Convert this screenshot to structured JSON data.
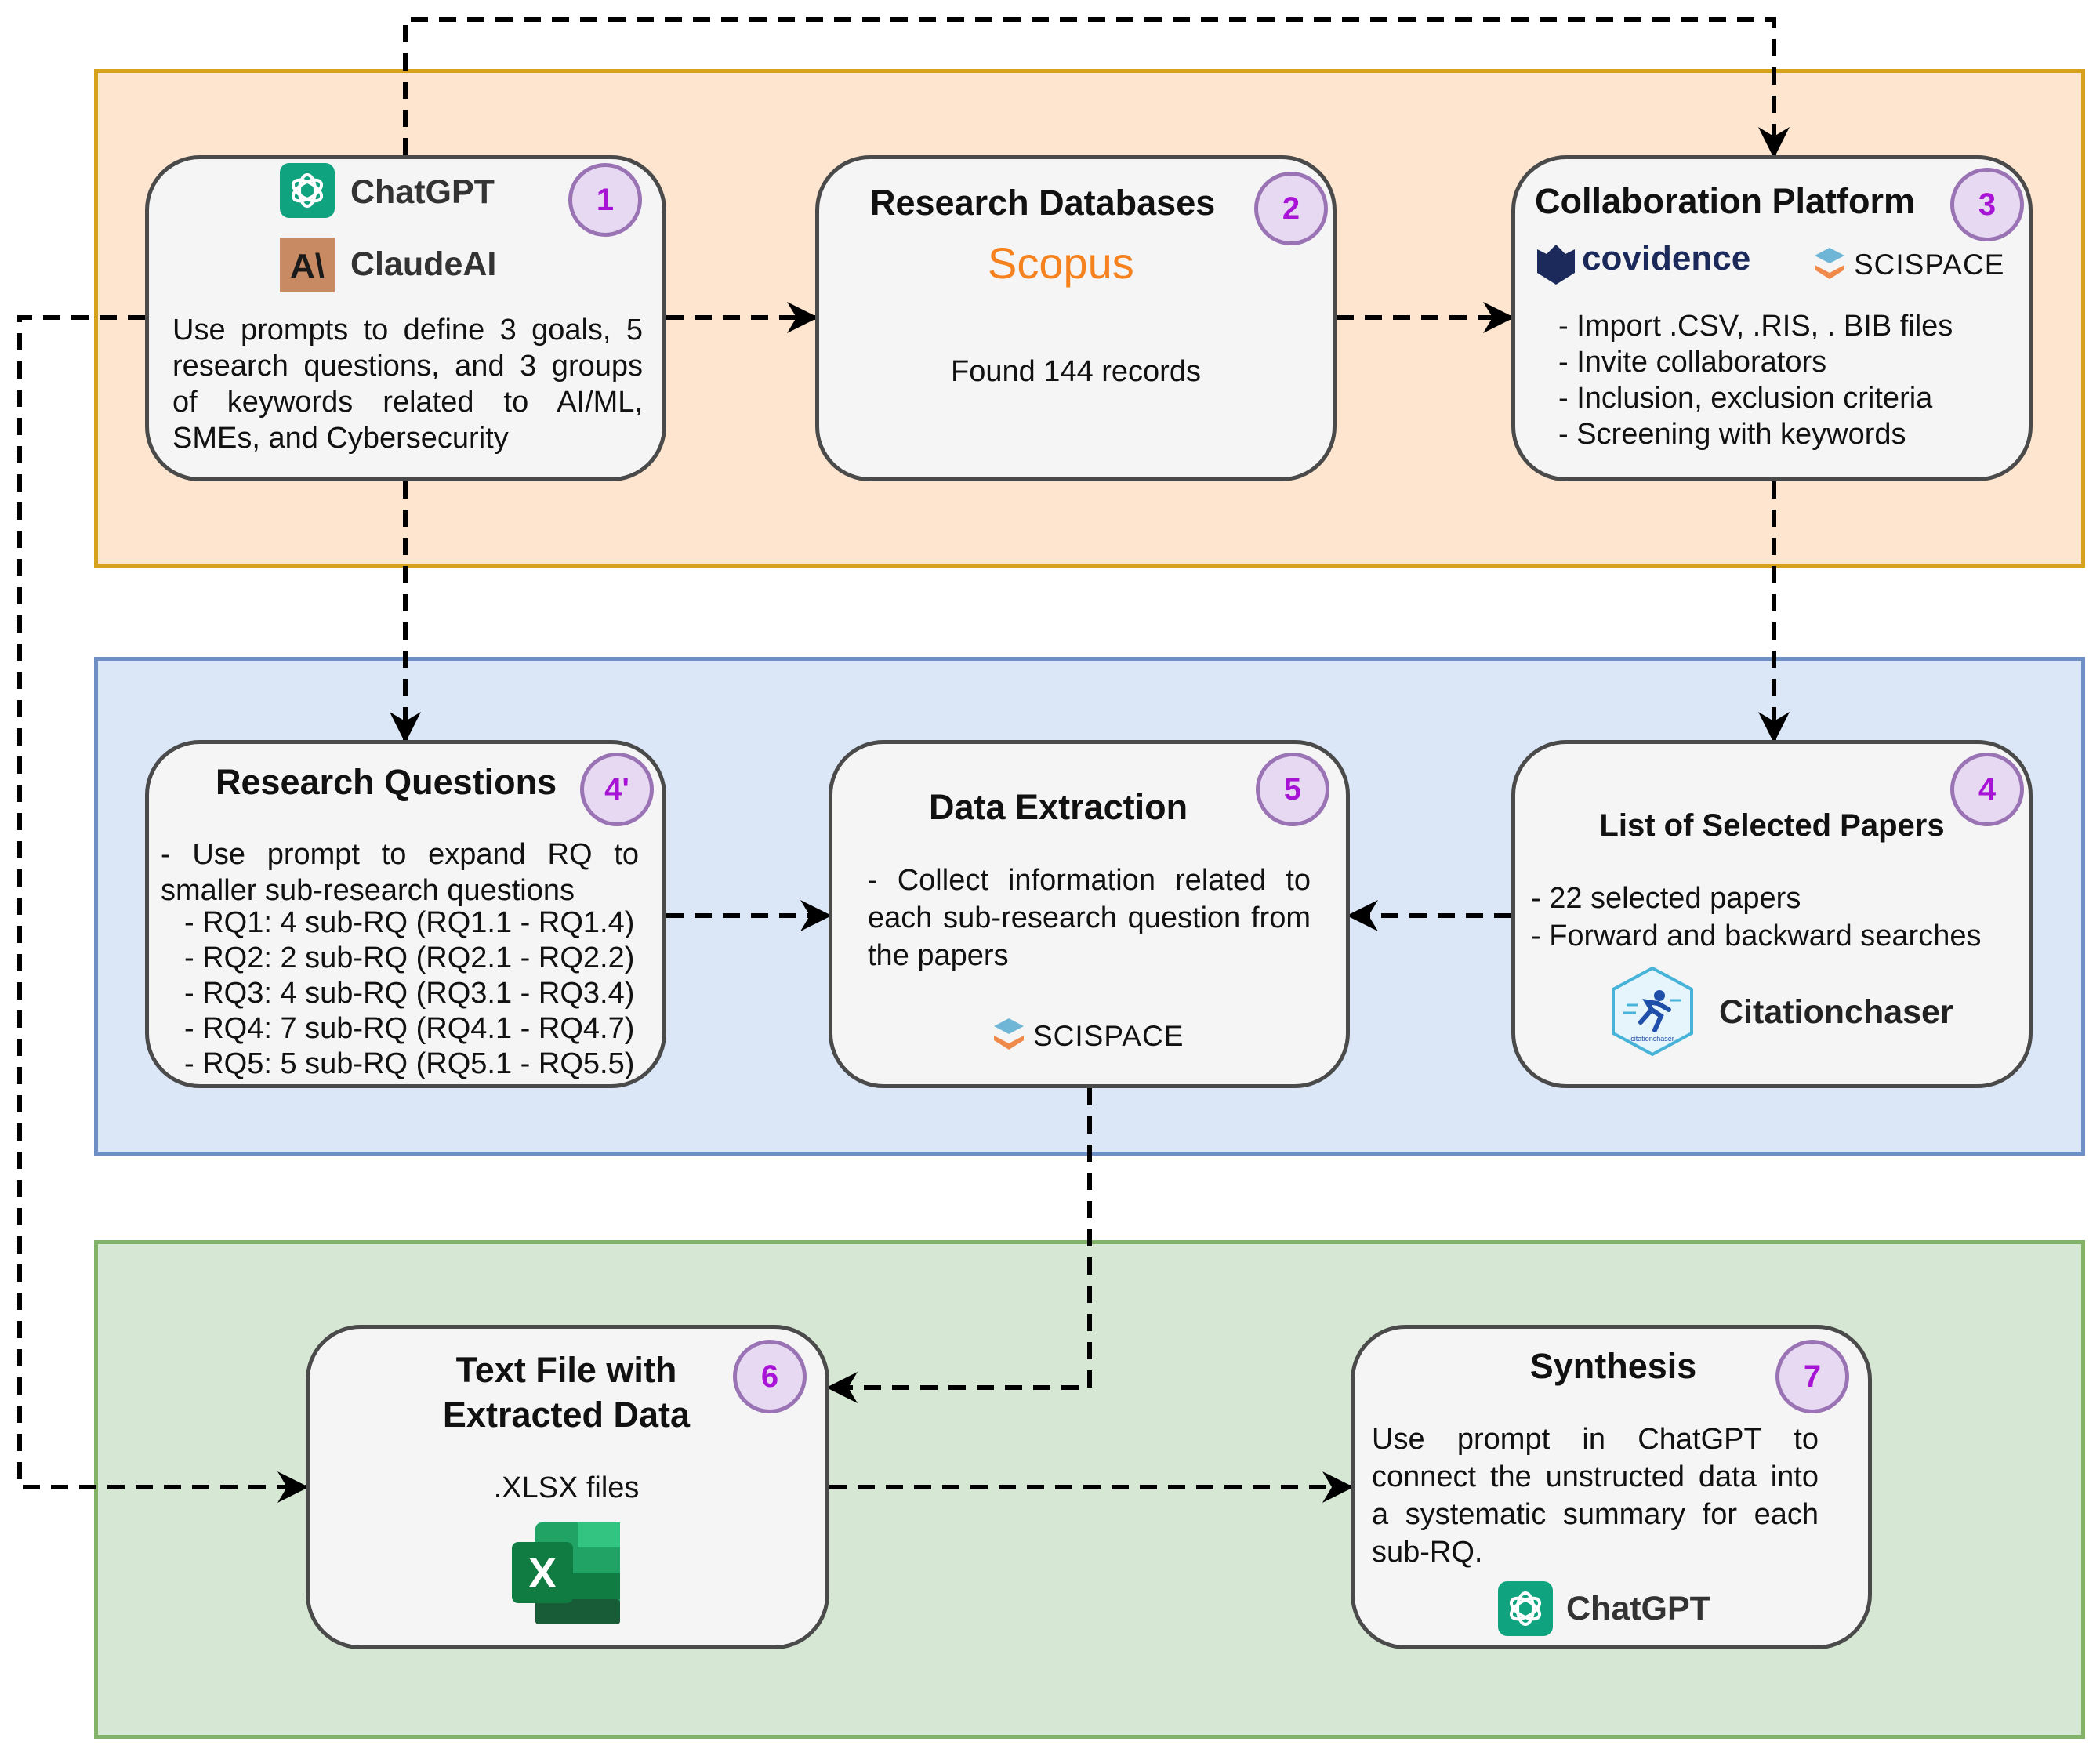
{
  "boxes": {
    "b1": {
      "badge": "1",
      "tools": [
        "ChatGPT",
        "ClaudeAI"
      ],
      "body": "Use prompts to define 3 goals, 5 research questions, and 3 groups of keywords related to AI/ML, SMEs, and Cybersecurity"
    },
    "b2": {
      "badge": "2",
      "title": "Research Databases",
      "logo": "Scopus",
      "body": "Found 144 records"
    },
    "b3": {
      "badge": "3",
      "title": "Collaboration Platform",
      "logos": [
        "covidence",
        "SCISPACE"
      ],
      "bullets": [
        "- Import .CSV, .RIS, . BIB files",
        "- Invite collaborators",
        "- Inclusion, exclusion criteria",
        "- Screening with keywords"
      ]
    },
    "b4p": {
      "badge": "4'",
      "title": "Research Questions",
      "intro": "- Use prompt to expand RQ to smaller sub-research questions",
      "bullets": [
        "- RQ1: 4 sub-RQ (RQ1.1 - RQ1.4)",
        "- RQ2: 2 sub-RQ (RQ2.1 - RQ2.2)",
        "- RQ3: 4 sub-RQ (RQ3.1 - RQ3.4)",
        "- RQ4: 7 sub-RQ (RQ4.1 - RQ4.7)",
        "- RQ5: 5 sub-RQ (RQ5.1 - RQ5.5)"
      ]
    },
    "b5": {
      "badge": "5",
      "title": "Data Extraction",
      "body": "- Collect information related to each sub-research question from the papers",
      "logo": "SCISPACE"
    },
    "b4": {
      "badge": "4",
      "title": "List of Selected Papers",
      "bullets": [
        "- 22 selected papers",
        "- Forward and backward searches"
      ],
      "logo_small": "citationchaser",
      "tool": "Citationchaser"
    },
    "b6": {
      "badge": "6",
      "title_lines": [
        "Text File with",
        "Extracted Data"
      ],
      "body": ".XLSX files",
      "icon_letter": "X"
    },
    "b7": {
      "badge": "7",
      "title": "Synthesis",
      "body": "Use prompt in ChatGPT to connect the unstructed data into a systematic summary for each sub-RQ.",
      "tool": "ChatGPT"
    }
  },
  "colors": {
    "band_top": "#fde5cf",
    "band_mid": "#dbe7f7",
    "band_bot": "#d6e8d4",
    "badge_text": "#a814d6",
    "chatgpt_green": "#10a37f",
    "claude_brown": "#c88a62",
    "scopus_orange": "#f5821f",
    "covidence_navy": "#1b2a5a",
    "excel_green": "#107c41"
  }
}
